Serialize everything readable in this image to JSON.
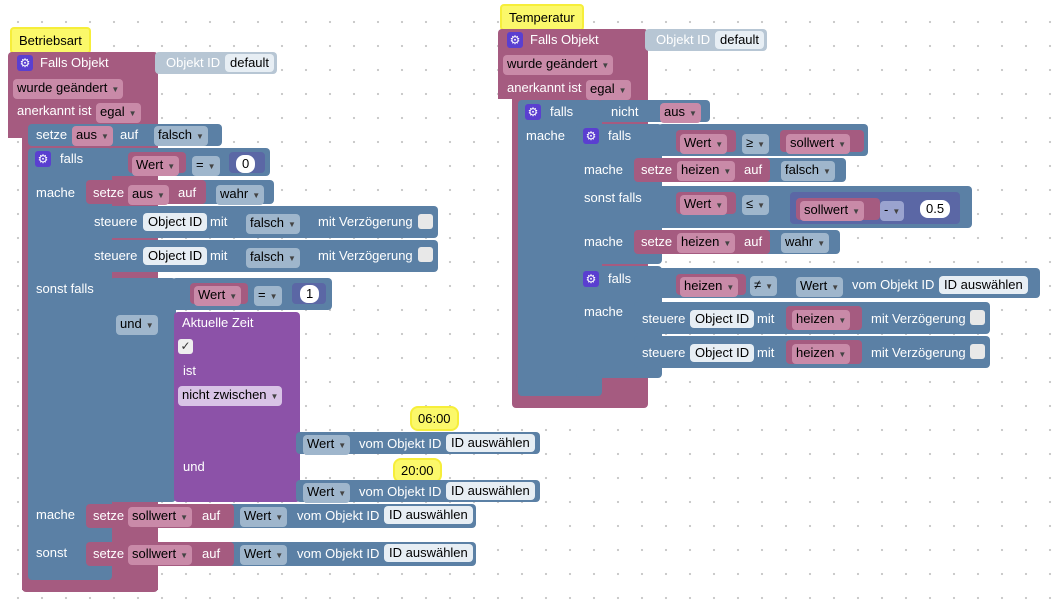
{
  "comments": {
    "betriebsart": "Betriebsart",
    "temperatur": "Temperatur"
  },
  "left": {
    "trigger_label": "Falls Objekt",
    "objekt_id_label": "Objekt ID",
    "objekt_id_value": "default",
    "changed": "wurde geändert",
    "acked_label": "anerkannt ist",
    "acked_value": "egal",
    "setze": "setze",
    "aus": "aus",
    "auf": "auf",
    "falsch": "falsch",
    "wahr": "wahr",
    "falls": "falls",
    "mache": "mache",
    "sonst_falls": "sonst falls",
    "sonst": "sonst",
    "wert": "Wert",
    "eq": "=",
    "zero": "0",
    "one": "1",
    "steuere": "steuere",
    "object_id": "Object ID",
    "mit": "mit",
    "mit_verz": "mit Verzögerung",
    "und": "und",
    "aktuelle_zeit": "Aktuelle Zeit",
    "check": "✓",
    "ist": "ist",
    "nicht_zwischen": "nicht zwischen",
    "time1": "06:00",
    "time2": "20:00",
    "vom_objekt": "vom Objekt ID",
    "id_auswaehlen": "ID auswählen",
    "sollwert": "sollwert"
  },
  "right": {
    "trigger_label": "Falls Objekt",
    "objekt_id_label": "Objekt ID",
    "objekt_id_value": "default",
    "changed": "wurde geändert",
    "acked_label": "anerkannt ist",
    "acked_value": "egal",
    "falls": "falls",
    "nicht": "nicht",
    "aus": "aus",
    "mache": "mache",
    "sonst_falls": "sonst falls",
    "wert": "Wert",
    "ge": "≥",
    "le": "≤",
    "ne": "≠",
    "minus": "-",
    "sollwert": "sollwert",
    "half": "0.5",
    "setze": "setze",
    "heizen": "heizen",
    "auf": "auf",
    "falsch": "falsch",
    "wahr": "wahr",
    "vom_objekt": "vom Objekt ID",
    "id_auswaehlen": "ID auswählen",
    "steuere": "steuere",
    "object_id": "Object ID",
    "mit": "mit",
    "mit_verz": "mit Verzögerung"
  }
}
